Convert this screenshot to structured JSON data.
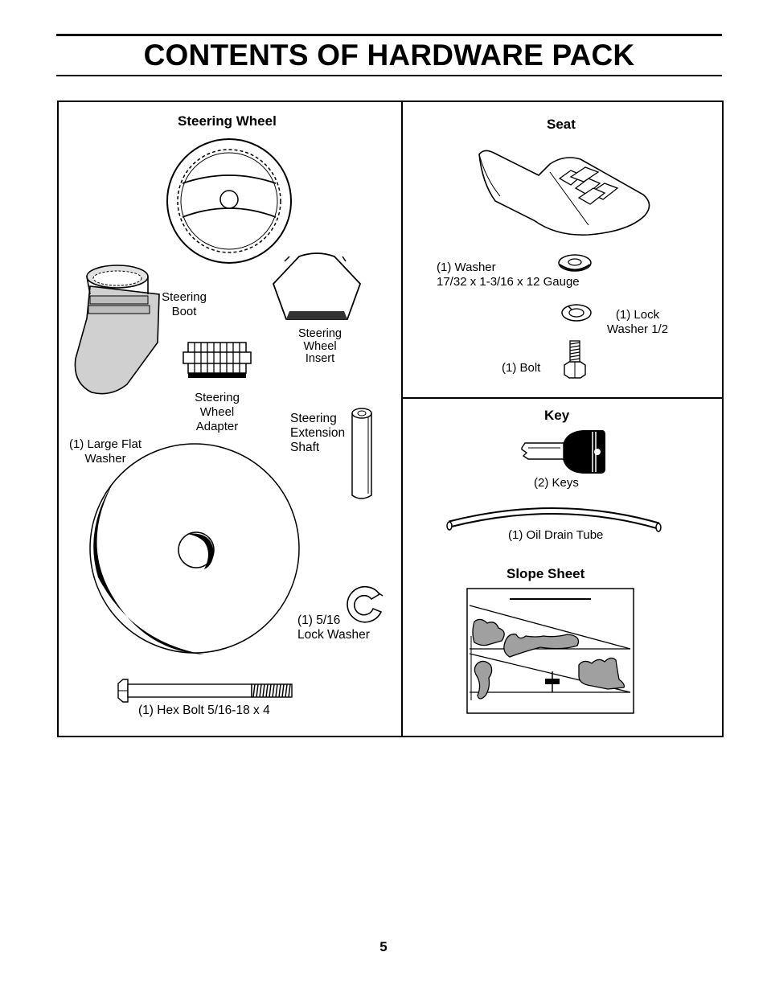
{
  "page": {
    "title": "CONTENTS OF HARDWARE PACK",
    "page_number": "5"
  },
  "left_panel": {
    "heading": "Steering Wheel",
    "boot_label": [
      "Steering",
      "Boot"
    ],
    "insert_label": [
      "Steering",
      "Wheel",
      "Insert"
    ],
    "adapter_label": [
      "Steering",
      "Wheel",
      "Adapter"
    ],
    "shaft_label": [
      "Steering",
      "Extension",
      "Shaft"
    ],
    "large_washer_label": [
      "(1) Large Flat",
      "Washer"
    ],
    "lock_washer_label": [
      "(1) 5/16",
      "Lock Washer"
    ],
    "hex_bolt_label": "(1) Hex Bolt 5/16-18 x 4"
  },
  "seat_panel": {
    "heading": "Seat",
    "washer_label": [
      "(1) Washer",
      "17/32 x 1-3/16 x 12 Gauge"
    ],
    "lock_washer_label": [
      "(1) Lock",
      "Washer 1/2"
    ],
    "bolt_label": "(1) Bolt"
  },
  "key_panel": {
    "heading": "Key",
    "keys_label": "(2) Keys",
    "oil_tube_label": "(1) Oil Drain Tube",
    "slope_heading": "Slope Sheet"
  },
  "icons": [
    "steering-wheel-icon",
    "seat-icon",
    "washer-icon",
    "lock-washer-icon",
    "bolt-icon",
    "steering-boot-icon",
    "steering-wheel-insert-icon",
    "steering-wheel-adapter-icon",
    "extension-shaft-icon",
    "large-flat-washer-icon",
    "hex-bolt-icon",
    "key-icon",
    "oil-drain-tube-icon",
    "slope-sheet-icon"
  ]
}
